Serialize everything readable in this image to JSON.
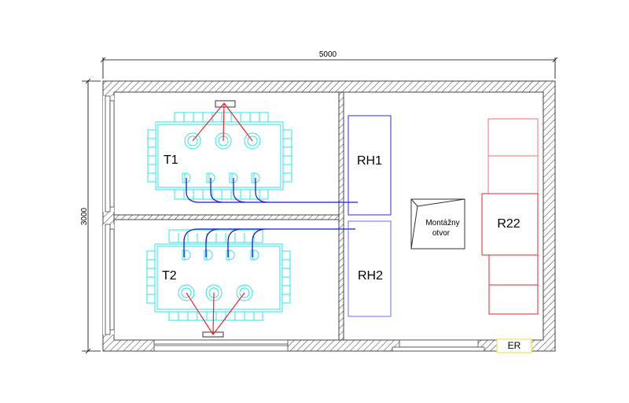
{
  "drawing": {
    "title": "Substation floor plan",
    "dimensions": {
      "width_label": "5000",
      "height_label": "3000"
    },
    "transformers": [
      {
        "id": "T1",
        "label": "T1"
      },
      {
        "id": "T2",
        "label": "T2"
      }
    ],
    "switchgear": [
      {
        "id": "RH1",
        "label": "RH1"
      },
      {
        "id": "RH2",
        "label": "RH2"
      }
    ],
    "distribution_board": {
      "id": "R22",
      "label": "R22"
    },
    "opening": {
      "line1": "Montážny",
      "line2": "otvor"
    },
    "meter": {
      "label": "ER"
    },
    "colors": {
      "transformer": "#29e3ea",
      "hv_cable": "#e8232a",
      "lv_cable": "#1b1bd6",
      "switchgear": "#2a2ad6",
      "board": "#e8232a",
      "meter": "#f2e640",
      "wall_outline": "#444444"
    }
  }
}
